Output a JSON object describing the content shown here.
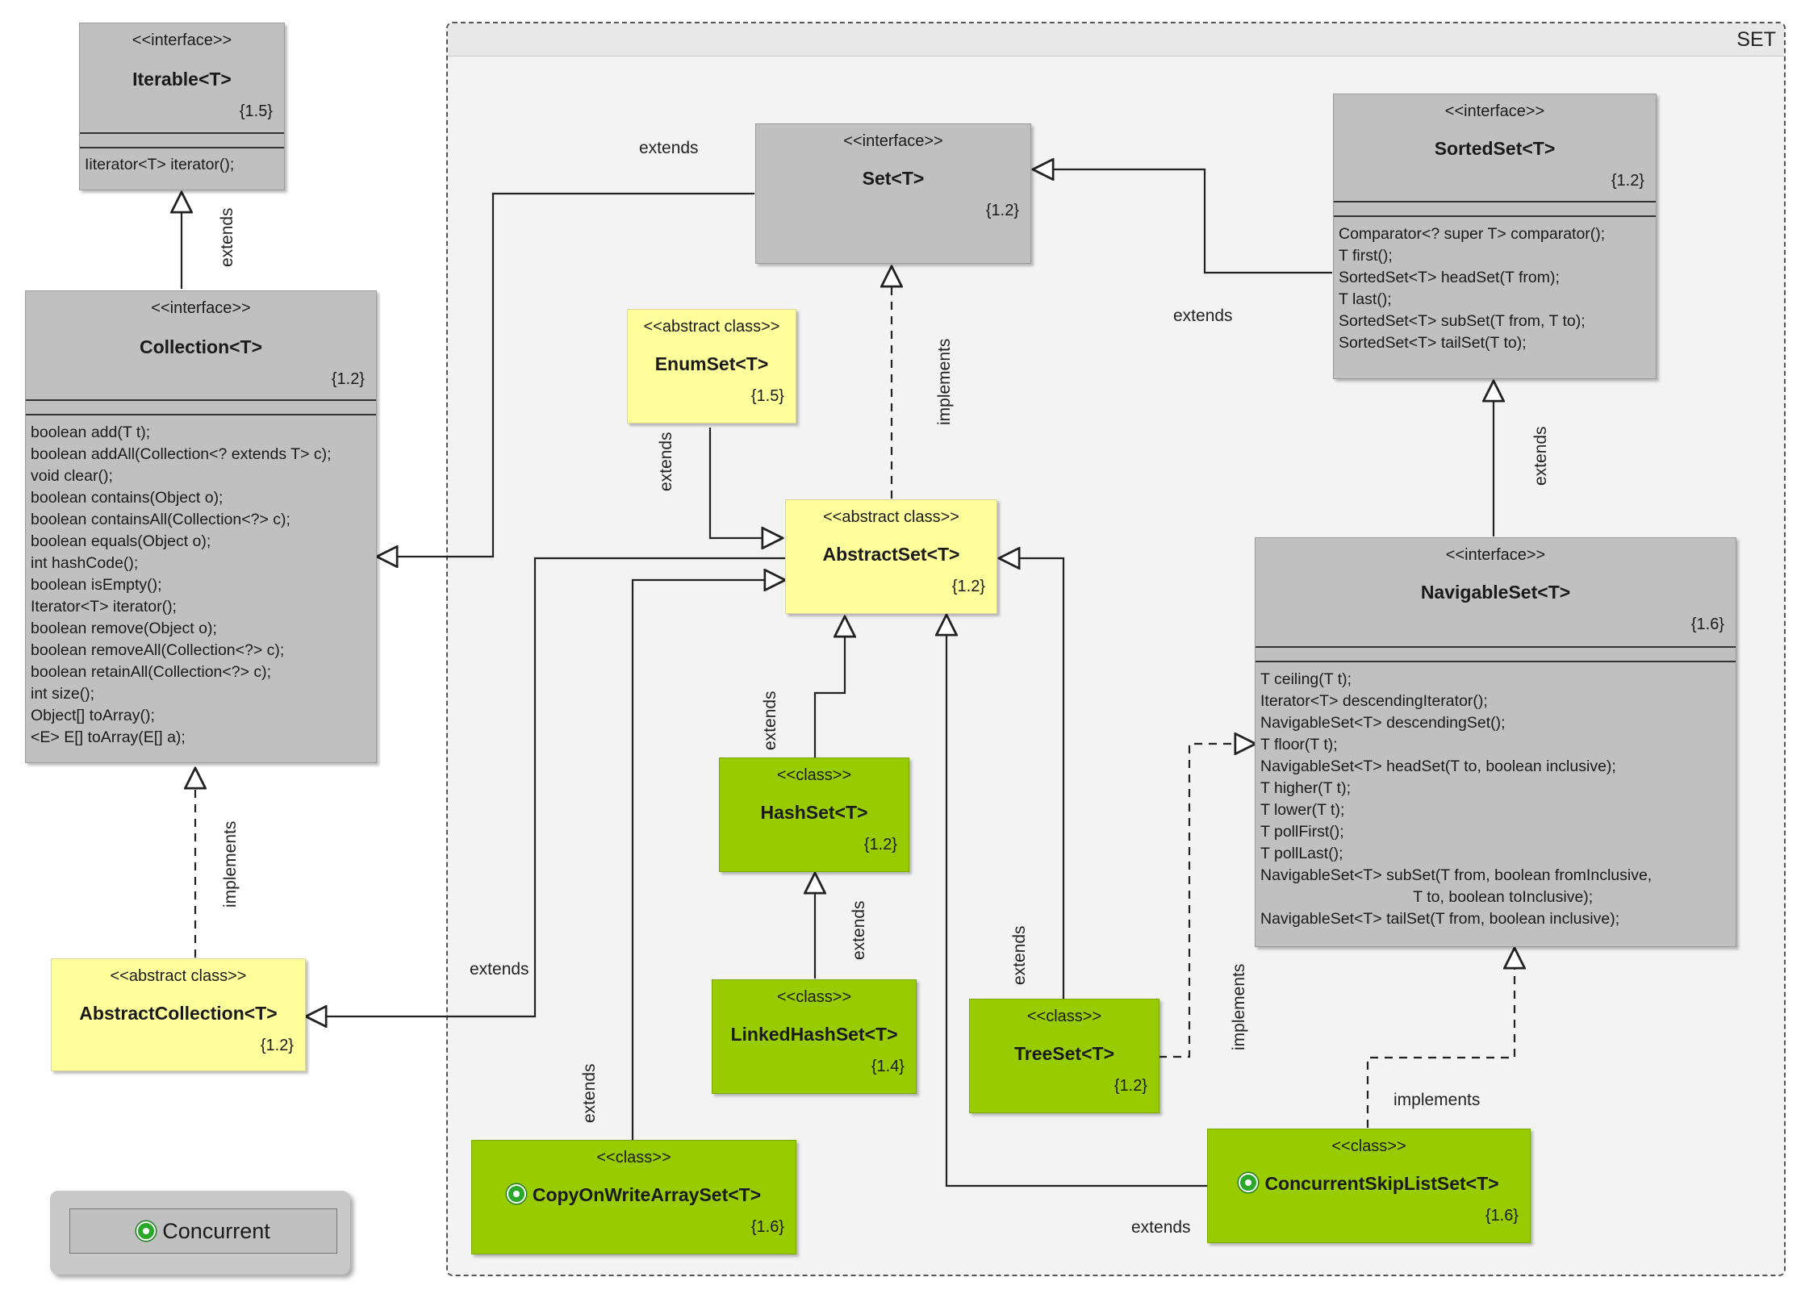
{
  "package": {
    "label": "SET"
  },
  "nodes": {
    "iterable": {
      "stereotype": "<<interface>>",
      "name": "Iterable<T>",
      "version": "{1.5}",
      "methods": [
        "Iiterator<T> iterator();"
      ]
    },
    "collection": {
      "stereotype": "<<interface>>",
      "name": "Collection<T>",
      "version": "{1.2}",
      "methods": [
        "boolean add(T t);",
        "boolean addAll(Collection<? extends T> c);",
        "void clear();",
        "boolean contains(Object o);",
        "boolean containsAll(Collection<?> c);",
        "boolean equals(Object o);",
        "int hashCode();",
        "boolean isEmpty();",
        "Iterator<T> iterator();",
        "boolean remove(Object o);",
        "boolean removeAll(Collection<?> c);",
        "boolean retainAll(Collection<?> c);",
        "int size();",
        "Object[] toArray();",
        "<E> E[] toArray(E[] a);"
      ]
    },
    "abstract_collection": {
      "stereotype": "<<abstract class>>",
      "name": "AbstractCollection<T>",
      "version": "{1.2}"
    },
    "set": {
      "stereotype": "<<interface>>",
      "name": "Set<T>",
      "version": "{1.2}"
    },
    "sorted_set": {
      "stereotype": "<<interface>>",
      "name": "SortedSet<T>",
      "version": "{1.2}",
      "methods": [
        "Comparator<? super T> comparator();",
        "T first();",
        "SortedSet<T> headSet(T from);",
        "T last();",
        "SortedSet<T> subSet(T from, T to);",
        "SortedSet<T> tailSet(T to);"
      ]
    },
    "enum_set": {
      "stereotype": "<<abstract class>>",
      "name": "EnumSet<T>",
      "version": "{1.5}"
    },
    "abstract_set": {
      "stereotype": "<<abstract class>>",
      "name": "AbstractSet<T>",
      "version": "{1.2}"
    },
    "navigable_set": {
      "stereotype": "<<interface>>",
      "name": "NavigableSet<T>",
      "version": "{1.6}",
      "methods": [
        "T ceiling(T t);",
        "Iterator<T> descendingIterator();",
        "NavigableSet<T> descendingSet();",
        "T floor(T t);",
        "NavigableSet<T> headSet(T to, boolean inclusive);",
        "T higher(T t);",
        "T lower(T t);",
        "T pollFirst();",
        "T pollLast();",
        "NavigableSet<T> subSet(T from, boolean fromInclusive,",
        "                                   T to, boolean toInclusive);",
        "NavigableSet<T> tailSet(T from, boolean inclusive);"
      ]
    },
    "hash_set": {
      "stereotype": "<<class>>",
      "name": "HashSet<T>",
      "version": "{1.2}"
    },
    "linked_hash_set": {
      "stereotype": "<<class>>",
      "name": "LinkedHashSet<T>",
      "version": "{1.4}"
    },
    "tree_set": {
      "stereotype": "<<class>>",
      "name": "TreeSet<T>",
      "version": "{1.2}"
    },
    "copy_on_write_array_set": {
      "stereotype": "<<class>>",
      "name": "CopyOnWriteArraySet<T>",
      "version": "{1.6}"
    },
    "concurrent_skip_list_set": {
      "stereotype": "<<class>>",
      "name": "ConcurrentSkipListSet<T>",
      "version": "{1.6}"
    }
  },
  "edge_labels": {
    "iterable_collection": "extends",
    "collection_set": "extends",
    "sorted_set_set": "extends",
    "abstract_set_set": "implements",
    "enum_set_abstract_set": "extends",
    "navigable_set_sorted_set": "extends",
    "hash_set_abstract_set": "extends",
    "linked_hash_set_hash_set": "extends",
    "abstract_set_abstract_collection": "extends",
    "abstract_collection_collection": "implements",
    "copy_on_write_abstract_set": "extends",
    "tree_set_abstract_set": "extends",
    "tree_set_navigable_set": "implements",
    "skip_list_navigable_set": "implements",
    "skip_list_abstract_set": "extends"
  },
  "legend": {
    "label": "Concurrent"
  },
  "colors": {
    "interface": "#c0c0c0",
    "abstract_class": "#ffff9c",
    "class": "#99cc00",
    "concurrent_marker": "#2aa82a"
  }
}
